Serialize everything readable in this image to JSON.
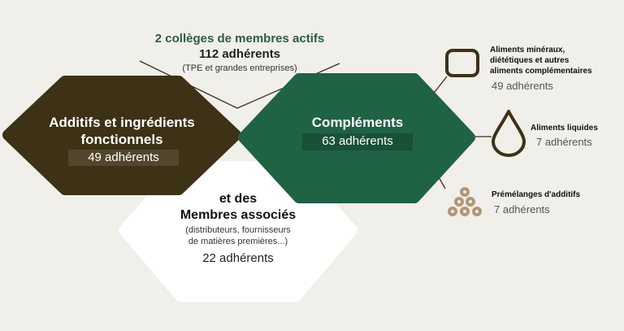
{
  "header": {
    "title": "2 collèges de membres actifs",
    "count": "112 adhérents",
    "note": "(TPE et grandes entreprises)"
  },
  "additifs": {
    "title_line1": "Additifs et ingrédients",
    "title_line2": "fonctionnels",
    "count": "49 adhérents"
  },
  "complements": {
    "title": "Compléments",
    "count": "63 adhérents"
  },
  "associes": {
    "title_line1": "et des",
    "title_line2": "Membres associés",
    "note_line1": "(distributeurs, fournisseurs",
    "note_line2": "de matières premières...)",
    "count": "22 adhérents"
  },
  "sub_categories": [
    {
      "icon": "rounded-square-icon",
      "label_lines": [
        "Aliments minéraux,",
        "diététiques et autres",
        "aliments complémentaires"
      ],
      "count": "49 adhérents"
    },
    {
      "icon": "drop-icon",
      "label_lines": [
        "Aliments liquides"
      ],
      "count": "7 adhérents"
    },
    {
      "icon": "pellets-icon",
      "label_lines": [
        "Prémélanges d'additifs"
      ],
      "count": "7 adhérents"
    }
  ],
  "colors": {
    "background": "#f1efea",
    "dark_brown": "#3d3116",
    "green": "#1f6244",
    "header_green": "#2b5e3e",
    "tan": "#b39776",
    "white": "#ffffff",
    "text_dark": "#222222"
  }
}
